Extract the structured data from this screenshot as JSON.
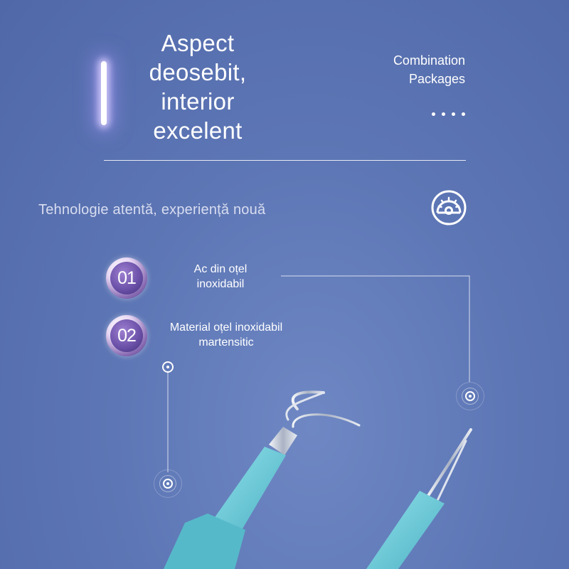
{
  "headline": {
    "line1": "Aspect",
    "line2": "deosebit,",
    "line3": "interior",
    "line4": "excelent"
  },
  "combo": {
    "line1": "Combination",
    "line2": "Packages"
  },
  "tagline": "Tehnologie atentă, experiență nouă",
  "features": [
    {
      "number": "01",
      "line1": "Ac din oțel",
      "line2": "inoxidabil"
    },
    {
      "number": "02",
      "line1": "Material oțel inoxidabil",
      "line2": "martensitic"
    }
  ],
  "colors": {
    "background": "#5d76b5",
    "tool": "#6fc9d8",
    "badge": "#6d52aa"
  },
  "icons": [
    "gauge-icon",
    "target-icon",
    "dot-icon"
  ]
}
